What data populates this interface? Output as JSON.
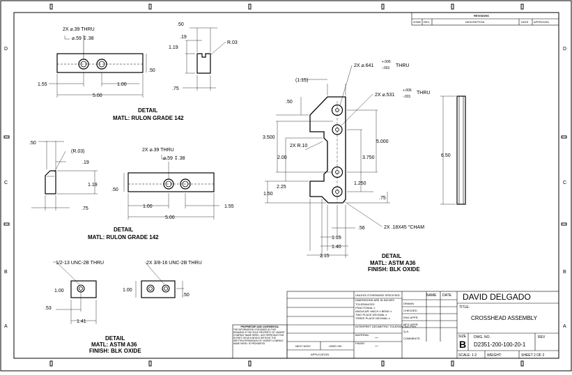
{
  "zone_letters": [
    "D",
    "C",
    "B",
    "A"
  ],
  "revisions": {
    "title": "REVISIONS",
    "headers": [
      "ZONE",
      "REV.",
      "DESCRIPTION",
      "DATE",
      "APPROVED"
    ]
  },
  "views": {
    "top_left": {
      "hole_note_1": "2X ⌀.39 THRU",
      "hole_note_2": "⌀.59 ↧.38",
      "dims": {
        "left": "1.55",
        "mid": "1.00",
        "total": "5.00",
        "height": ".50"
      },
      "detail_title": "DETAIL",
      "material": "MATL: RULON GRADE 142"
    },
    "top_side": {
      "dims": {
        "width": ".50",
        "step": ".19",
        "height": "1.19",
        "radius": "R.03",
        "base": ".75"
      }
    },
    "mid_left": {
      "dims": {
        "width": ".50",
        "radius": "(R.03)",
        "step": ".19",
        "height": "1.19",
        "base": ".75"
      }
    },
    "mid_block": {
      "hole_note_1": "2X ⌀.39 THRU",
      "hole_note_2": "⌀.59 ↧.38",
      "dims": {
        "height": ".50",
        "left": "1.00",
        "right": "1.55",
        "total": "5.00"
      },
      "detail_title": "DETAIL",
      "material": "MATL: RULON GRADE 142"
    },
    "crosshead": {
      "ref_dim": "(1.15)",
      "hole_a": "2X ⌀.641",
      "hole_a_tol_plus": "+.006",
      "hole_a_tol_minus": "-.001",
      "hole_a_thru": "THRU",
      "hole_b": "2X ⌀.531",
      "hole_b_tol_plus": "+.006",
      "hole_b_tol_minus": "-.001",
      "hole_b_thru": "THRU",
      "dims": {
        "top_width": ".50",
        "h3500": "3.500",
        "radius": "2X R.10",
        "h200": "2.00",
        "h225": "2.25",
        "h150": "1.50",
        "h5000": "5.000",
        "h3750": "3.750",
        "h1250": "1.250",
        "h75": ".75",
        "w56": ".56",
        "w115": "1.15",
        "w140": "1.40",
        "w215": "2.15"
      },
      "chamfer": "2X .18X45 °CHAM",
      "detail_title": "DETAIL",
      "material": "MATL: ASTM A36",
      "finish": "FINISH: BLK OXIDE"
    },
    "side_plate": {
      "height": "6.50"
    },
    "bottom": {
      "note_1": "1/2-13 UNC-2B THRU",
      "note_2": "2X 3/8-16 UNC-2B THRU",
      "dims": {
        "h": "1.00",
        "w": ".53",
        "len": "1.41",
        "h2": "1.00",
        "small": ".50"
      },
      "detail_title": "DETAIL",
      "material": "MATL: ASTM A36",
      "finish": "FINISH: BLK OXIDE"
    }
  },
  "title_block": {
    "company": "DAVID DELGADO",
    "title_label": "TITLE:",
    "title": "CROSSHEAD ASSEMBLY",
    "size_label": "SIZE",
    "size": "B",
    "dwg_label": "DWG. NO.",
    "dwg_no": "D2351-200-100-20-1",
    "rev_label": "REV",
    "scale": "SCALE: 1:2",
    "weight": "WEIGHT:",
    "sheet": "SHEET 2 OF 2",
    "name_col": "NAME",
    "date_col": "DATE",
    "unless": "UNLESS OTHERWISE SPECIFIED:",
    "dims_in": "DIMENSIONS ARE IN INCHES",
    "tolerances": "TOLERANCES:",
    "fractional": "FRACTIONAL ±",
    "angular": "ANGULAR: MACH ±   BEND ±",
    "two_place": "TWO PLACE DECIMAL   ±",
    "three_place": "THREE PLACE DECIMAL   ±",
    "interpret": "INTERPRET GEOMETRIC TOLERANCING PER:",
    "material": "MATERIAL",
    "finish": "FINISH",
    "drawn": "DRAWN",
    "checked": "CHECKED",
    "eng_appr": "ENG APPR.",
    "mfg_appr": "MFG APPR.",
    "qa": "Q.A.",
    "comments": "COMMENTS:",
    "next_assy": "NEXT ASSY",
    "used_on": "USED ON",
    "application": "APPLICATION",
    "dash1": "—",
    "dash2": "—",
    "proprietary_title": "PROPRIETARY AND CONFIDENTIAL",
    "proprietary_text": "THE INFORMATION CONTAINED IN THIS DRAWING IS THE SOLE PROPERTY OF <INSERT COMPANY NAME HERE>. ANY REPRODUCTION IN PART OR AS A WHOLE WITHOUT THE WRITTEN PERMISSION OF <INSERT COMPANY NAME HERE> IS PROHIBITED."
  }
}
